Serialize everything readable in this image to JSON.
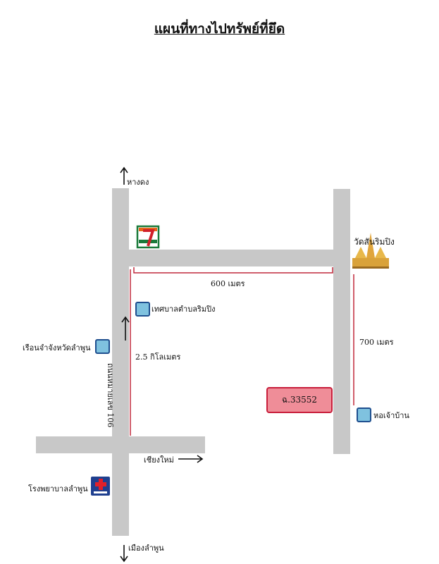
{
  "title": "แผนที่ทางไปทรัพย์ที่ยึด",
  "labels": {
    "north_dest": "หางดง",
    "south_dest": "เมืองลำพูน",
    "east_dest": "เชียงใหม่",
    "temple": "วัดสันริมปิง",
    "municipality": "เทศบาลตำบลริมปิง",
    "prison": "เรือนจำจังหวัดลำพูน",
    "house": "หอเจ้าบ้าน",
    "hospital": "โรงพยาบาลลำพูน",
    "road_name": "ถนนหมายเลข 106",
    "plot": "ฉ.33552"
  },
  "distances": {
    "top": "600 เมตร",
    "right": "700 เมตร",
    "left": "2.5 กิโลเมตร"
  },
  "icons": {
    "convenience_store": "seven-eleven-logo-icon",
    "temple": "temple-icon",
    "hospital": "hospital-cross-icon"
  },
  "colors": {
    "road": "#c8c8c8",
    "marker": "#7fc2df",
    "marker_border": "#1f4f8f",
    "plot": "#ef8d98",
    "plot_border": "#c81e3b",
    "distance_line": "#c0283c"
  }
}
